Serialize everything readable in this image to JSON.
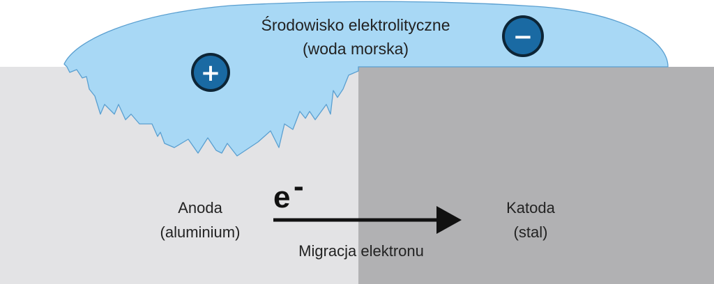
{
  "electrolyte": {
    "line1": "Środowisko elektrolityczne",
    "line2": "(woda morska)",
    "color": "#a8d8f5",
    "stroke": "#5a9fd0"
  },
  "anode": {
    "line1": "Anoda",
    "line2": "(aluminium)",
    "color": "#e3e3e5"
  },
  "cathode": {
    "line1": "Katoda",
    "line2": "(stal)",
    "color": "#b1b1b3"
  },
  "electron": {
    "symbol": "e",
    "charge": "-",
    "caption": "Migracja elektronu"
  },
  "ions": {
    "positive": "+",
    "negative": "−",
    "fill": "#1a6aa3",
    "ring": "#0d2536"
  }
}
